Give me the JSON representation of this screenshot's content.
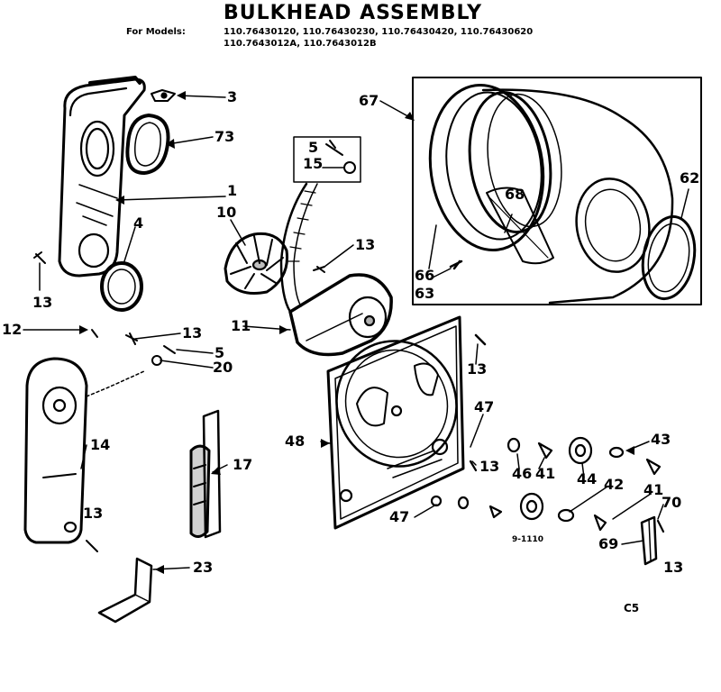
{
  "title": "BULKHEAD ASSEMBLY",
  "models": {
    "label": "For Models:",
    "line1": "110.76430120, 110.76430230, 110.76430420, 110.76430620",
    "line2": "110.7643012A, 110.7643012B"
  },
  "callouts": {
    "c3": "3",
    "c73": "73",
    "c1": "1",
    "c4": "4",
    "c13a": "13",
    "c12": "12",
    "c13b": "13",
    "c5a": "5",
    "c20": "20",
    "c14": "14",
    "c13c": "13",
    "c23": "23",
    "c17": "17",
    "c10": "10",
    "c5b": "5",
    "c15": "15",
    "c13d": "13",
    "c11": "11",
    "c67": "67",
    "c68": "68",
    "c62": "62",
    "c66": "66",
    "c63": "63",
    "c13e": "13",
    "c48": "48",
    "c47a": "47",
    "c13f": "13",
    "c46": "46",
    "c41a": "41",
    "c44": "44",
    "c43": "43",
    "c42": "42",
    "c41b": "41",
    "c70": "70",
    "c47b": "47",
    "c69": "69",
    "c13g": "13"
  },
  "small_code": "9-1110",
  "corner_code": "C5"
}
